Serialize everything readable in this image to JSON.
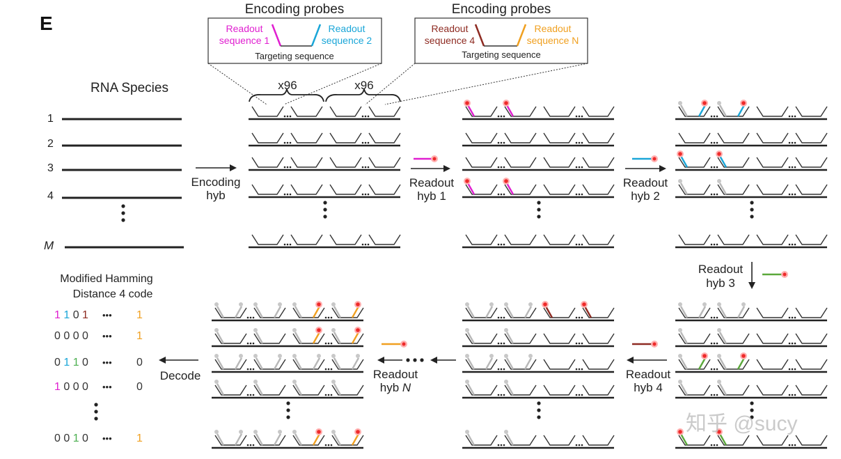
{
  "panel_letter": "E",
  "encoding_probes": {
    "title": "Encoding probes",
    "box1": {
      "left_label": [
        "Readout",
        "sequence 1"
      ],
      "right_label": [
        "Readout",
        "sequence 2"
      ],
      "center_label": "Targeting sequence"
    },
    "box2": {
      "left_label": [
        "Readout",
        "sequence 4"
      ],
      "right_label": [
        "Readout",
        "sequence N"
      ],
      "center_label": "Targeting sequence"
    }
  },
  "repeat_labels": [
    "x96",
    "x96"
  ],
  "rna_species": {
    "title": "RNA Species",
    "row_labels": [
      "1",
      "2",
      "3",
      "4",
      "M"
    ],
    "vertical_dots": "⋮"
  },
  "steps": {
    "encoding_hyb": [
      "Encoding",
      "hyb"
    ],
    "readout_hyb_1": [
      "Readout",
      "hyb 1"
    ],
    "readout_hyb_2": [
      "Readout",
      "hyb 2"
    ],
    "readout_hyb_3": [
      "Readout",
      "hyb 3"
    ],
    "readout_hyb_4": [
      "Readout",
      "hyb 4"
    ],
    "readout_hyb_n": [
      "Readout",
      "hyb N"
    ],
    "decode": "Decode"
  },
  "code": {
    "title": [
      "Modified Hamming",
      "Distance 4 code"
    ],
    "rows": [
      {
        "digits": [
          "1",
          "1",
          "0",
          "1"
        ],
        "colors": [
          "#e01fd0",
          "#1aa6d8",
          "#333333",
          "#8e2b22"
        ],
        "last": "1",
        "last_color": "#f0a020"
      },
      {
        "digits": [
          "0",
          "0",
          "0",
          "0"
        ],
        "colors": [
          "#333333",
          "#333333",
          "#333333",
          "#333333"
        ],
        "last": "1",
        "last_color": "#f0a020"
      },
      {
        "digits": [
          "0",
          "1",
          "1",
          "0"
        ],
        "colors": [
          "#333333",
          "#1aa6d8",
          "#4caf50",
          "#333333"
        ],
        "last": "0",
        "last_color": "#333333"
      },
      {
        "digits": [
          "1",
          "0",
          "0",
          "0"
        ],
        "colors": [
          "#e01fd0",
          "#333333",
          "#333333",
          "#333333"
        ],
        "last": "0",
        "last_color": "#333333"
      },
      {
        "digits": [
          "0",
          "0",
          "1",
          "0"
        ],
        "colors": [
          "#333333",
          "#333333",
          "#4caf50",
          "#333333"
        ],
        "last": "1",
        "last_color": "#f0a020"
      }
    ],
    "ellipsis": "•••"
  },
  "colors": {
    "readout1": "#e01fd0",
    "readout2": "#1aa6d8",
    "readout3": "#5aa83a",
    "readout4": "#8e2b22",
    "readoutN": "#f0a020",
    "probe": "#333333",
    "bound_grey": "#b8b8b8",
    "fluor_core": "#ee2a2a",
    "fluor_glow": "#ffb0b0",
    "grey_dot": "#c8c8c8"
  },
  "watermark": "知乎 @sucy"
}
